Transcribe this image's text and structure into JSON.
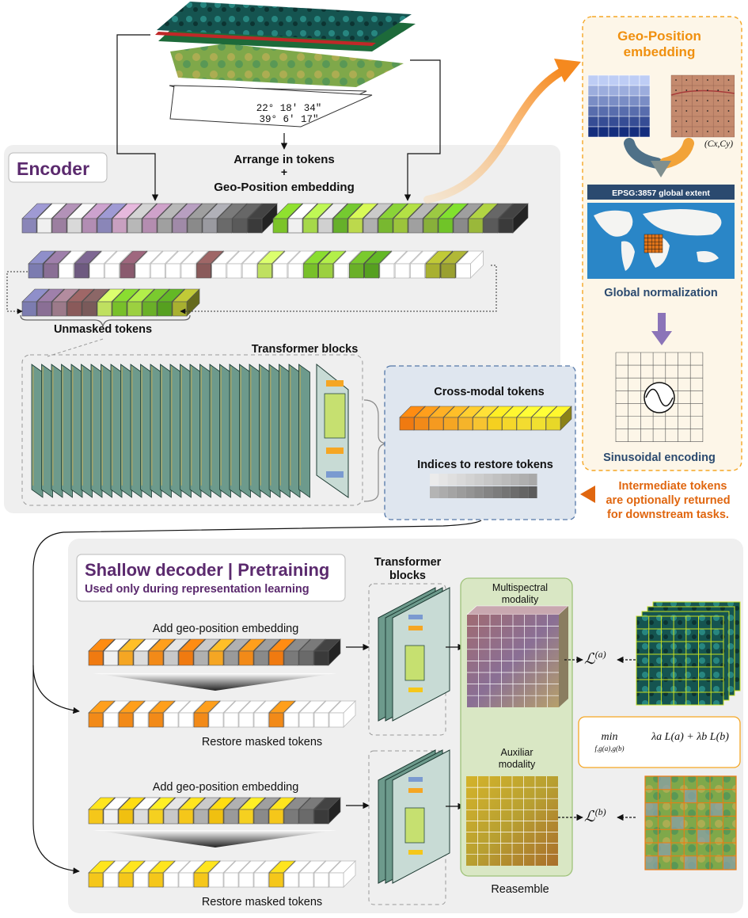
{
  "coords": {
    "lat": "22° 18' 34\"",
    "lon": "39° 6' 17\""
  },
  "encoder": {
    "title": "Encoder",
    "arrange_line1": "Arrange in tokens",
    "arrange_plus": "+",
    "arrange_line2": "Geo-Position embedding",
    "unmasked": "Unmasked tokens",
    "transformer": "Transformer blocks"
  },
  "crossmodal": {
    "tokens": "Cross-modal tokens",
    "indices": "Indices to restore tokens"
  },
  "geo": {
    "title1": "Geo-Position",
    "title2": "embedding",
    "cxcy": "(Cx,Cy)",
    "epsg": "EPSG:3857 global extent",
    "normalization": "Global normalization",
    "sinusoidal": "Sinusoidal encoding"
  },
  "intermediate": {
    "line1": "Intermediate tokens",
    "line2": "are optionally returned",
    "line3": "for downstream tasks."
  },
  "decoder": {
    "title": "Shallow decoder | Pretraining",
    "subtitle": "Used only during representation learning",
    "add_geo_1": "Add geo-position embedding",
    "restore_1": "Restore masked tokens",
    "add_geo_2": "Add geo-position embedding",
    "restore_2": "Restore masked tokens",
    "transformer1": "Transformer",
    "transformer2": "blocks",
    "ms1": "Multispectral",
    "ms2": "modality",
    "aux1": "Auxiliar",
    "aux2": "modality",
    "reasemble": "Reasemble",
    "loss_a": "L(a)",
    "loss_b": "L(b)",
    "objective_min": "min",
    "objective_sub": "f,g(a),g(b)",
    "objective": "λa L(a) + λb L(b)"
  },
  "colors": {
    "purple": "#5b2a6e",
    "orange_text": "#e0660f",
    "geo_border": "#f5a623",
    "blue_border": "#5477a8"
  }
}
